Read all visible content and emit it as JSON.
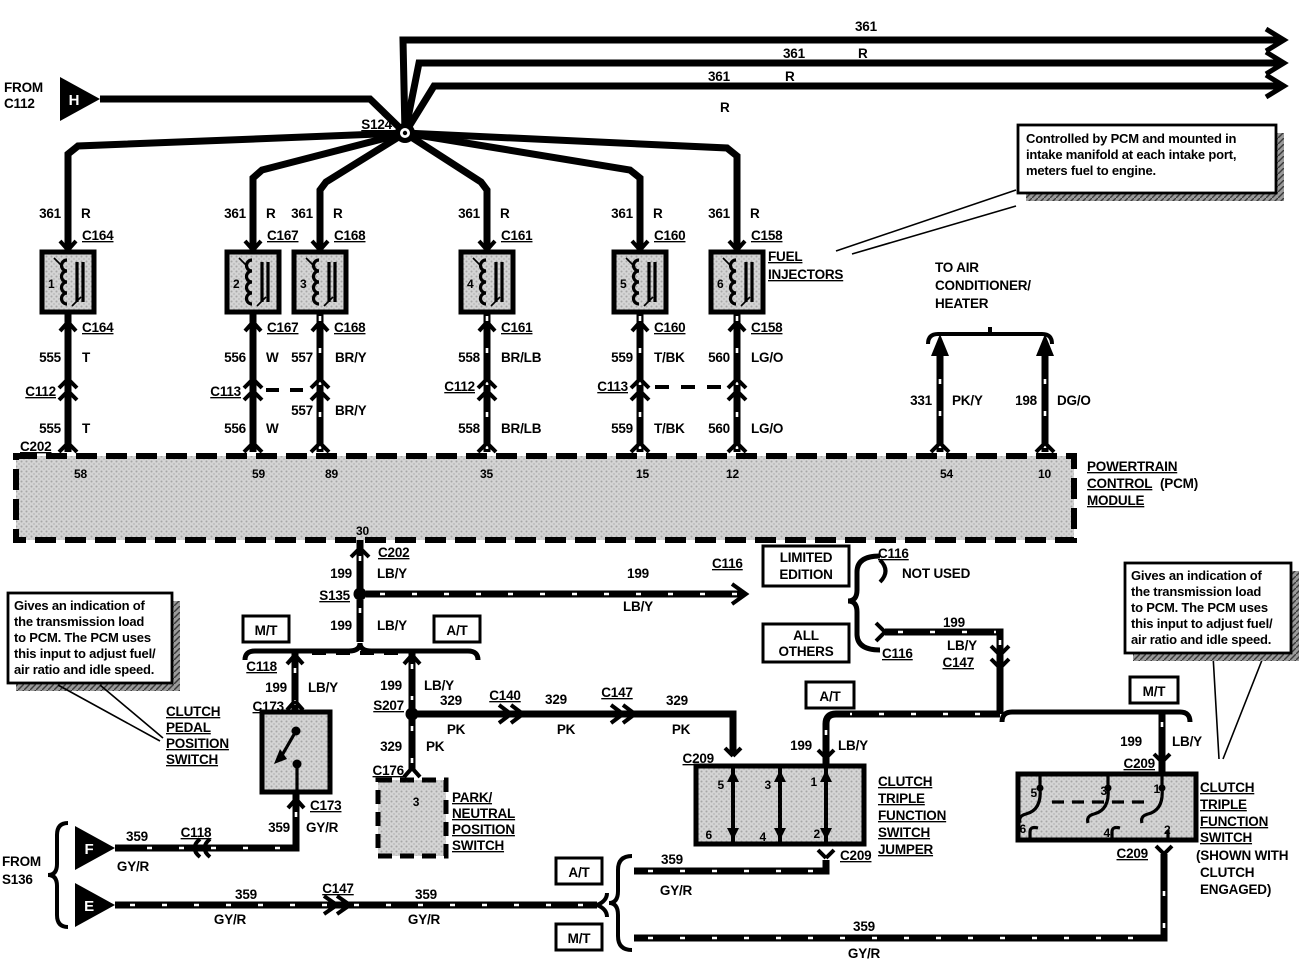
{
  "wires": {
    "n361": "361",
    "r": "R",
    "n555": "555",
    "t": "T",
    "n556": "556",
    "w": "W",
    "n557": "557",
    "bry": "BR/Y",
    "n558": "558",
    "brlb": "BR/LB",
    "n559": "559",
    "tbk": "T/BK",
    "n560": "560",
    "lgo": "LG/O",
    "n331": "331",
    "pky": "PK/Y",
    "n198": "198",
    "dgo": "DG/O",
    "n199": "199",
    "lby": "LB/Y",
    "n329": "329",
    "pk": "PK",
    "n359": "359",
    "gyr": "GY/R"
  },
  "connectors": {
    "c112": "C112",
    "c113": "C113",
    "c116": "C116",
    "c118": "C118",
    "c140": "C140",
    "c147": "C147",
    "c158": "C158",
    "c160": "C160",
    "c161": "C161",
    "c164": "C164",
    "c167": "C167",
    "c168": "C168",
    "c173": "C173",
    "c176": "C176",
    "c202": "C202",
    "c209": "C209",
    "s124": "S124",
    "s135": "S135",
    "s207": "S207"
  },
  "pins": {
    "p58": "58",
    "p59": "59",
    "p89": "89",
    "p35": "35",
    "p15": "15",
    "p12": "12",
    "p54": "54",
    "p10": "10",
    "p30": "30",
    "p1": "1",
    "p2": "2",
    "p3": "3",
    "p4": "4",
    "p5": "5",
    "p6": "6"
  },
  "texts": {
    "from": "FROM",
    "c112": "C112",
    "s136": "S136",
    "h": "H",
    "f": "F",
    "e": "E",
    "fuel_injectors": [
      "FUEL",
      "INJECTORS"
    ],
    "to_ac": [
      "TO AIR",
      "CONDITIONER/",
      "HEATER"
    ],
    "pcm": [
      "POWERTRAIN",
      "CONTROL",
      " (PCM)",
      "MODULE"
    ],
    "limited": [
      "LIMITED",
      "EDITION"
    ],
    "all_others": [
      "ALL",
      "OTHERS"
    ],
    "not_used": "NOT USED",
    "mt": "M/T",
    "at": "A/T",
    "clutch_pedal": [
      "CLUTCH",
      "PEDAL",
      "POSITION",
      "SWITCH"
    ],
    "park_neutral": [
      "PARK/",
      "NEUTRAL",
      "POSITION",
      "SWITCH"
    ],
    "jumper": [
      "CLUTCH",
      "TRIPLE",
      "FUNCTION",
      "SWITCH",
      "JUMPER"
    ],
    "triple": [
      "CLUTCH",
      "TRIPLE",
      "FUNCTION",
      "SWITCH"
    ],
    "engaged": [
      "(SHOWN WITH",
      "CLUTCH",
      "ENGAGED)"
    ]
  },
  "callouts": {
    "injector": [
      "Controlled by PCM and mounted in",
      "intake manifold at each intake port,",
      "meters fuel to engine."
    ],
    "transmission": [
      "Gives an indication of",
      "the transmission load",
      "to PCM. The PCM uses",
      "this input to adjust fuel/",
      "air ratio and idle speed."
    ]
  }
}
